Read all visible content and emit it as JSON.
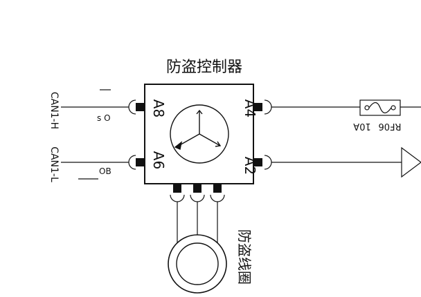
{
  "diagram": {
    "title": "防盗控制器",
    "coil_label": "防盗线圈",
    "pins": {
      "a8": "A8",
      "a6": "A6",
      "a4": "A4",
      "a2": "A2"
    },
    "wires": {
      "can_h": "CAN1-H",
      "can_l": "CAN1-L",
      "wire_code_top": "s O",
      "wire_code_bottom": "OB"
    },
    "fuse": {
      "id": "RF06",
      "rating": "10A"
    },
    "colors": {
      "line": "#111111",
      "background": "#ffffff"
    }
  }
}
